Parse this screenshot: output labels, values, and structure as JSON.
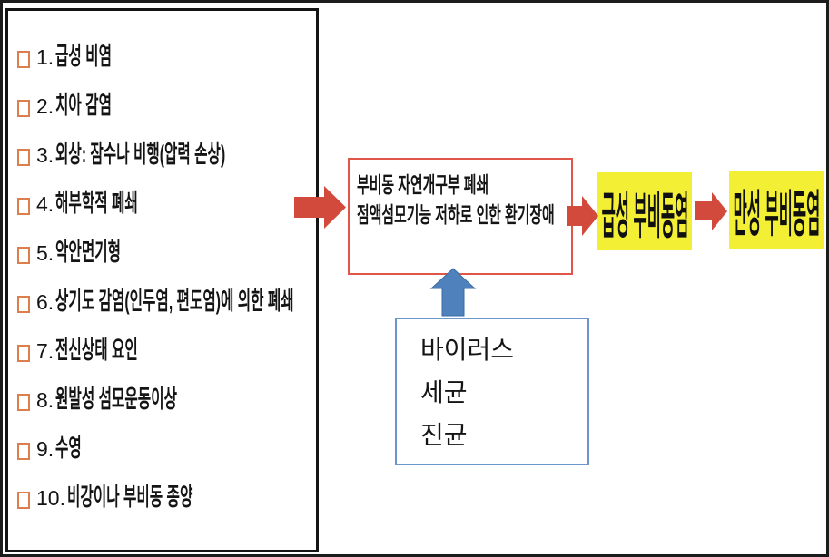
{
  "slide": {
    "description_colors": {
      "red_arrow": "#d24a3c",
      "blue_arrow": "#4f81bd",
      "yellow_highlight": "#f2ef35",
      "bullet_orange": "#dd7e4d",
      "center_box_border": "#e0574a",
      "pathogen_box_border": "#6d97cb"
    }
  },
  "left_panel": {
    "items": [
      {
        "number": "1.",
        "text": "급성 비염"
      },
      {
        "number": "2.",
        "text": "치아 감염"
      },
      {
        "number": "3.",
        "text": "외상: 잠수나 비행(압력 손상)"
      },
      {
        "number": "4.",
        "text": "해부학적 폐쇄"
      },
      {
        "number": "5.",
        "text": "악안면기형"
      },
      {
        "number": "6.",
        "text": "상기도 감염(인두염, 편도염)에 의한 폐쇄"
      },
      {
        "number": "7.",
        "text": "전신상태 요인"
      },
      {
        "number": "8.",
        "text": "원발성 섬모운동이상"
      },
      {
        "number": "9.",
        "text": "수영"
      },
      {
        "number": "10.",
        "text": "비강이나 부비동 종양"
      }
    ]
  },
  "flow": {
    "obstruction_box": {
      "line1": "부비동 자연개구부 폐쇄",
      "line2": "점액섬모기능 저하로 인한 환기장애"
    },
    "pathogen_box": {
      "line1": "바이러스",
      "line2": "세균",
      "line3": "진균"
    },
    "acute_box": {
      "label": "급성 부비동염"
    },
    "chronic_box": {
      "label": "만성 부비동염"
    },
    "arrows": {
      "causes_to_obstruction": "red-right-arrow",
      "pathogens_to_obstruction": "blue-up-arrow",
      "obstruction_to_acute": "red-right-arrow",
      "acute_to_chronic": "red-right-arrow"
    }
  }
}
